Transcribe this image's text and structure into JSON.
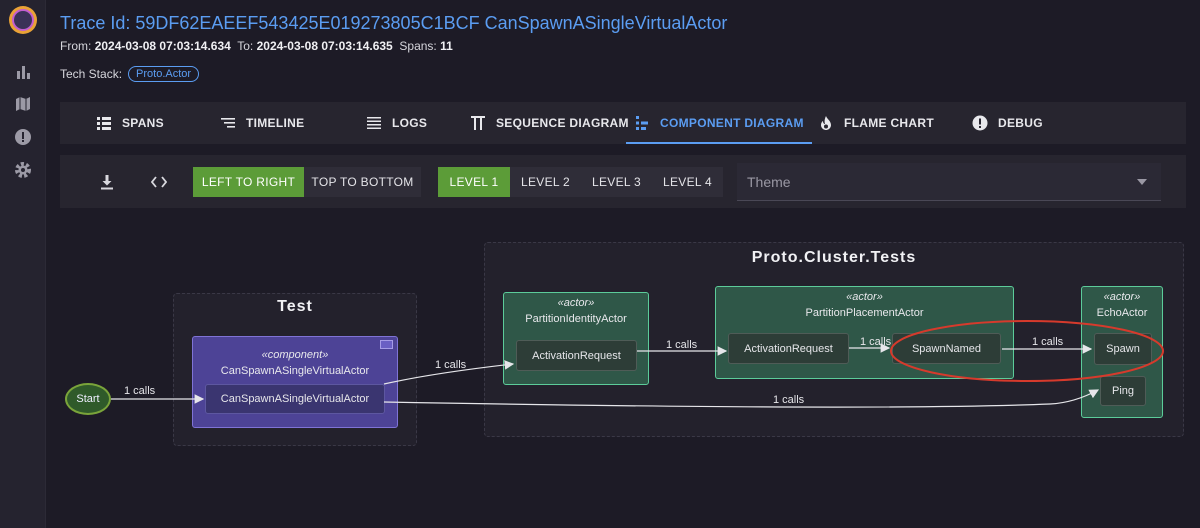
{
  "header": {
    "title": "Trace Id: 59DF62EAEEF543425E019273805C1BCF CanSpawnASingleVirtualActor",
    "from_label": "From:",
    "from_value": "2024-03-08 07:03:14.634",
    "to_label": "To:",
    "to_value": "2024-03-08 07:03:14.635",
    "spans_label": "Spans:",
    "spans_value": "11",
    "tech_label": "Tech Stack:",
    "tech_chip": "Proto.Actor"
  },
  "rail": {
    "icons": [
      "chart-icon",
      "map-icon",
      "alert-icon",
      "gear-icon"
    ]
  },
  "tabs": [
    {
      "label": "SPANS",
      "icon": "list-icon",
      "active": false
    },
    {
      "label": "TIMELINE",
      "icon": "timeline-icon",
      "active": false
    },
    {
      "label": "LOGS",
      "icon": "lines-icon",
      "active": false
    },
    {
      "label": "SEQUENCE DIAGRAM",
      "icon": "sequence-icon",
      "active": false
    },
    {
      "label": "COMPONENT DIAGRAM",
      "icon": "component-icon",
      "active": true
    },
    {
      "label": "FLAME CHART",
      "icon": "flame-icon",
      "active": false
    },
    {
      "label": "DEBUG",
      "icon": "alert-icon",
      "active": false
    }
  ],
  "toolbar": {
    "download_icon": "download-icon",
    "code_icon": "code-icon",
    "direction": [
      "LEFT TO RIGHT",
      "TOP TO BOTTOM"
    ],
    "direction_selected": "LEFT TO RIGHT",
    "levels": [
      "LEVEL 1",
      "LEVEL 2",
      "LEVEL 3",
      "LEVEL 4"
    ],
    "level_selected": "LEVEL 1",
    "theme_placeholder": "Theme"
  },
  "diagram": {
    "start": "Start",
    "clusters": {
      "test": "Test",
      "tests": "Proto.Cluster.Tests"
    },
    "component": {
      "stereotype": "«component»",
      "name": "CanSpawnASingleVirtualActor",
      "op": "CanSpawnASingleVirtualActor"
    },
    "actors": {
      "identity": {
        "stereotype": "«actor»",
        "name": "PartitionIdentityActor",
        "op": "ActivationRequest"
      },
      "placement": {
        "stereotype": "«actor»",
        "name": "PartitionPlacementActor",
        "op1": "ActivationRequest",
        "op2": "SpawnNamed"
      },
      "echo": {
        "stereotype": "«actor»",
        "name": "EchoActor",
        "op1": "Spawn",
        "op2": "Ping"
      }
    },
    "edges": [
      "1 calls",
      "1 calls",
      "1 calls",
      "1 calls",
      "1 calls",
      "1 calls"
    ],
    "highlight_color": "#d63a2c"
  },
  "colors": {
    "accent": "#5b9df2",
    "active_green": "#5c9c38",
    "actor_fill": "#2f5748",
    "component_fill": "#4d4396"
  }
}
